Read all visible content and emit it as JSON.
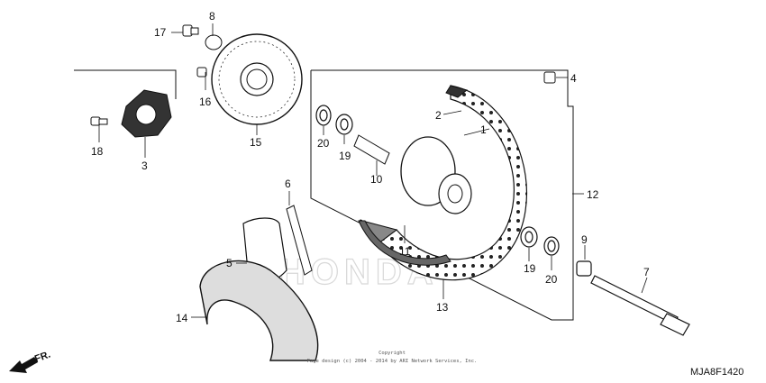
{
  "diagram": {
    "part_labels": {
      "p1": "1",
      "p2": "2",
      "p3": "3",
      "p4": "4",
      "p5": "5",
      "p6": "6",
      "p7": "7",
      "p8": "8",
      "p9": "9",
      "p10": "10",
      "p11": "11",
      "p12": "12",
      "p13": "13",
      "p14": "14",
      "p15": "15",
      "p16": "16",
      "p17": "17",
      "p18": "18",
      "p19a": "19",
      "p19b": "19",
      "p20a": "20",
      "p20b": "20"
    },
    "direction_label": "FR.",
    "copyright_line1": "Copyright",
    "copyright_line2": "Page design (c) 2004 - 2014 by ARI Network Services, Inc.",
    "diagram_code": "MJA8F1420",
    "watermark": "HONDA"
  }
}
